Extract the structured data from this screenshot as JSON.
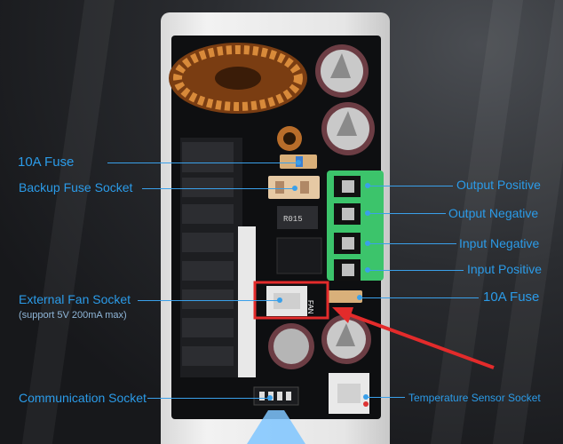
{
  "annotations": {
    "left": [
      {
        "label": "10A Fuse"
      },
      {
        "label": "Backup Fuse Socket"
      },
      {
        "label": "External Fan Socket",
        "sublabel": "(support 5V 200mA max)"
      },
      {
        "label": "Communication Socket"
      }
    ],
    "right": [
      {
        "label": "Output Positive"
      },
      {
        "label": "Output Negative"
      },
      {
        "label": "Input Negative"
      },
      {
        "label": "Input Positive"
      },
      {
        "label": "10A Fuse"
      },
      {
        "label": "Temperature Sensor Socket"
      }
    ]
  },
  "board_markings": {
    "inductor_label": "R015",
    "fan_connector": "FAN"
  },
  "colors": {
    "annotation_blue": "#2b9be8",
    "highlight_red": "#e32b2b",
    "terminal_green": "#3cc46b"
  }
}
